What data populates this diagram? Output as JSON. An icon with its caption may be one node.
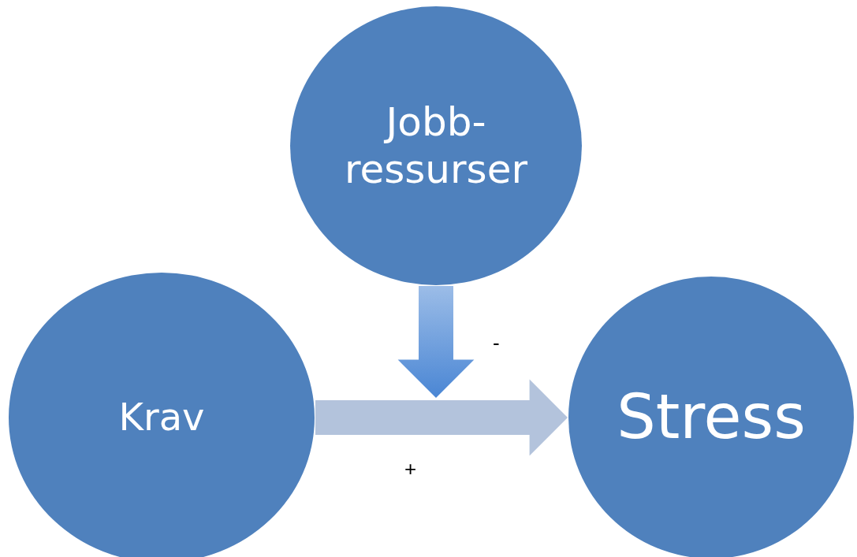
{
  "diagram": {
    "nodes": [
      {
        "text": [
          "Jobb- ressurser"
        ]
      },
      {
        "text": [
          "Krav"
        ]
      },
      {
        "text": [
          "Stress"
        ]
      }
    ],
    "edges": [
      {
        "from": 1,
        "to": 2,
        "arrow": "to",
        "label": "+",
        "style": "thick",
        "color": "#b3c3dc"
      },
      {
        "from": 0,
        "to": null,
        "arrow": "to",
        "label": "-",
        "style": "thick",
        "color": "#4a86d4"
      }
    ]
  }
}
